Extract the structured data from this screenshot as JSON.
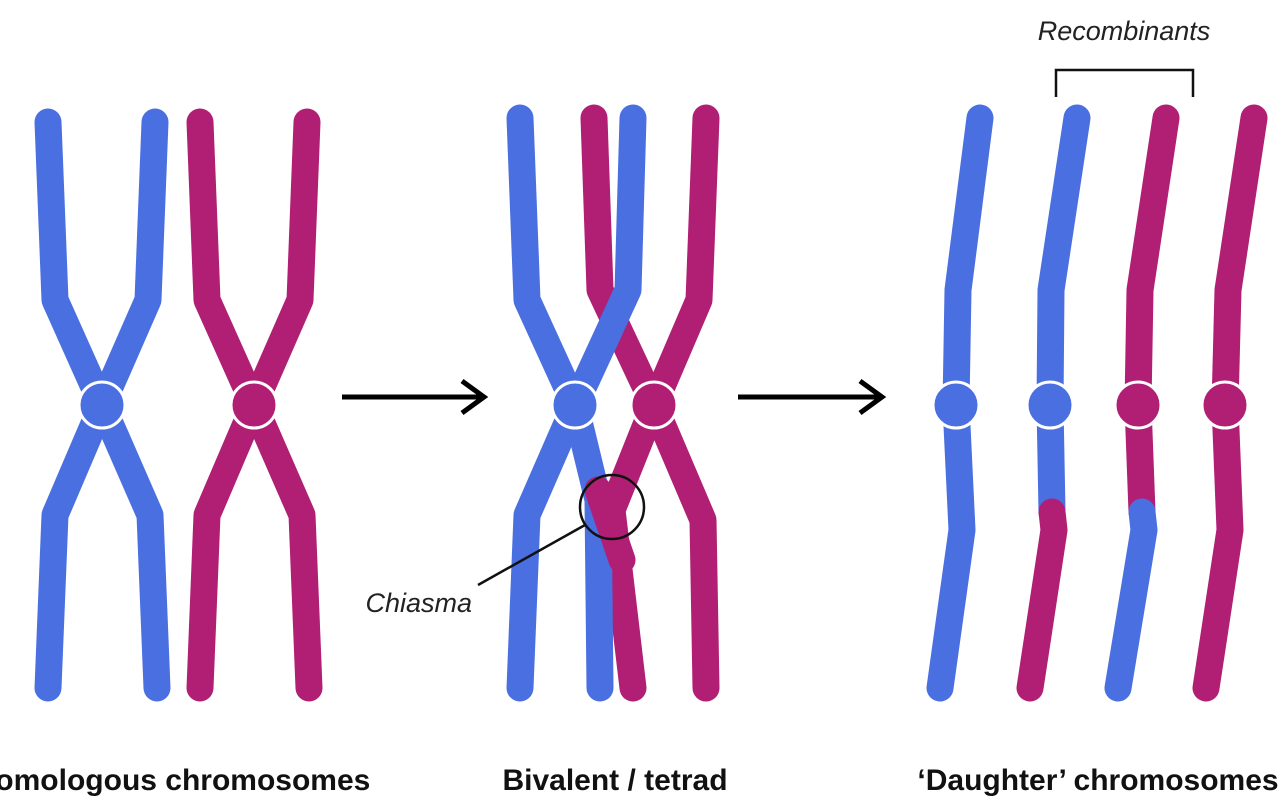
{
  "colors": {
    "blue": "#4a6fe0",
    "magenta": "#b01f74",
    "outline": "#ffffff",
    "arrow": "#000000"
  },
  "panels": {
    "homologous_label": "Homologous chromosomes",
    "bivalent_label": "Bivalent / tetrad",
    "daughter_label": "‘Daughter’ chromosomes"
  },
  "annotations": {
    "chiasma": "Chiasma",
    "recombinants": "Recombinants"
  }
}
